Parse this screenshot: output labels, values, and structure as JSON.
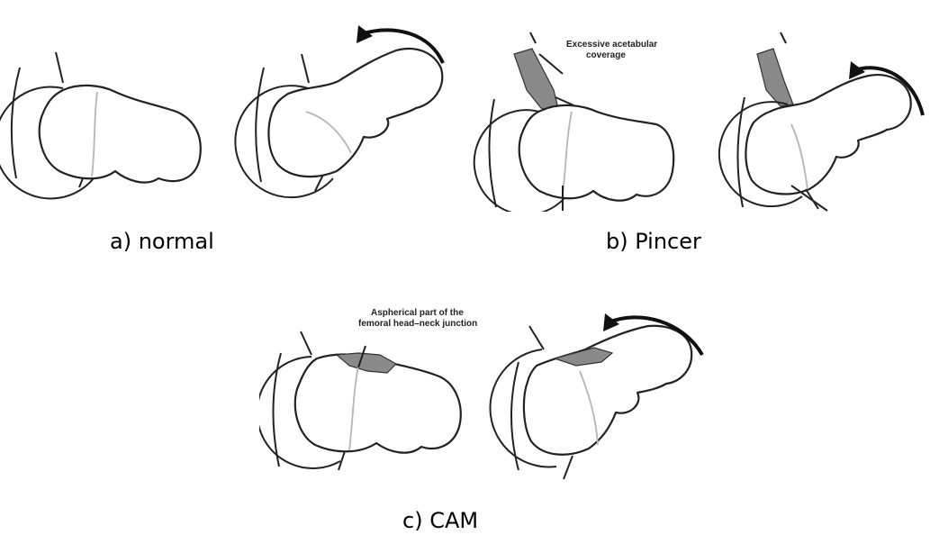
{
  "captions": {
    "normal": "a) normal",
    "pincer": "b) Pincer",
    "cam": "c) CAM"
  },
  "annotations": {
    "pincer_line1": "Excessive acetabular",
    "pincer_line2": "coverage",
    "cam_line1": "Aspherical part of the",
    "cam_line2": "femoral head–neck junction"
  }
}
